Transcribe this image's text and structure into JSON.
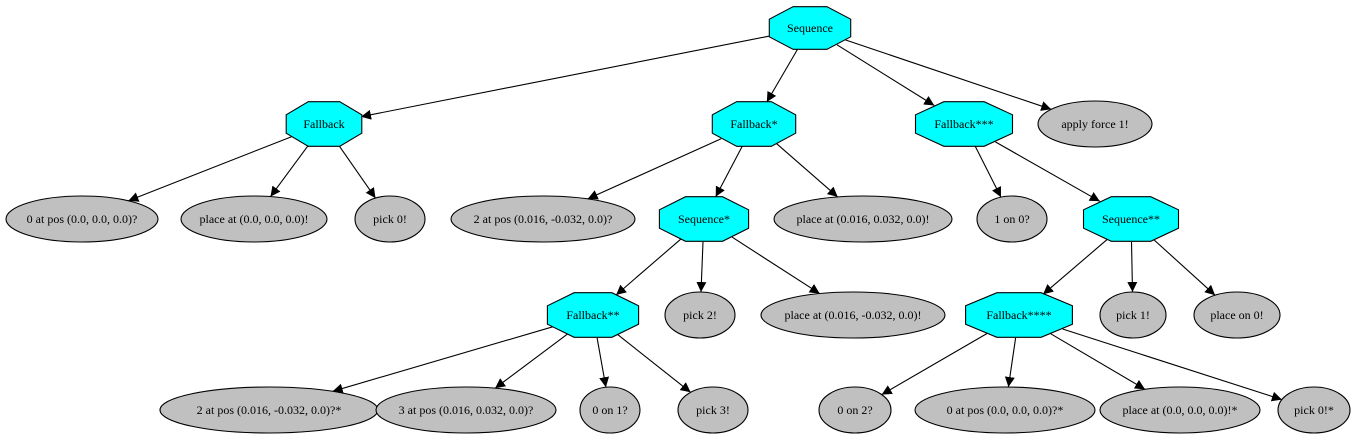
{
  "diagram": {
    "nodes": [
      {
        "id": "n0",
        "label": "Sequence",
        "kind": "control"
      },
      {
        "id": "n1",
        "label": "Fallback",
        "kind": "control"
      },
      {
        "id": "n2",
        "label": "Fallback*",
        "kind": "control"
      },
      {
        "id": "n3",
        "label": "Fallback***",
        "kind": "control"
      },
      {
        "id": "n4",
        "label": "apply force 1!",
        "kind": "leaf"
      },
      {
        "id": "n5",
        "label": "0 at pos (0.0, 0.0, 0.0)?",
        "kind": "leaf"
      },
      {
        "id": "n6",
        "label": "place at (0.0, 0.0, 0.0)!",
        "kind": "leaf"
      },
      {
        "id": "n7",
        "label": "pick 0!",
        "kind": "leaf"
      },
      {
        "id": "n8",
        "label": "2 at pos (0.016, -0.032, 0.0)?",
        "kind": "leaf"
      },
      {
        "id": "n9",
        "label": "Sequence*",
        "kind": "control"
      },
      {
        "id": "n10",
        "label": "place at (0.016, 0.032, 0.0)!",
        "kind": "leaf"
      },
      {
        "id": "n11",
        "label": "1 on 0?",
        "kind": "leaf"
      },
      {
        "id": "n12",
        "label": "Sequence**",
        "kind": "control"
      },
      {
        "id": "n13",
        "label": "Fallback**",
        "kind": "control"
      },
      {
        "id": "n14",
        "label": "pick 2!",
        "kind": "leaf"
      },
      {
        "id": "n15",
        "label": "place at (0.016, -0.032, 0.0)!",
        "kind": "leaf"
      },
      {
        "id": "n16",
        "label": "Fallback****",
        "kind": "control"
      },
      {
        "id": "n17",
        "label": "pick 1!",
        "kind": "leaf"
      },
      {
        "id": "n18",
        "label": "place on 0!",
        "kind": "leaf"
      },
      {
        "id": "n19",
        "label": "2 at pos (0.016, -0.032, 0.0)?*",
        "kind": "leaf"
      },
      {
        "id": "n20",
        "label": "3 at pos (0.016, 0.032, 0.0)?",
        "kind": "leaf"
      },
      {
        "id": "n21",
        "label": "0 on 1?",
        "kind": "leaf"
      },
      {
        "id": "n22",
        "label": "pick 3!",
        "kind": "leaf"
      },
      {
        "id": "n23",
        "label": "0 on 2?",
        "kind": "leaf"
      },
      {
        "id": "n24",
        "label": "0 at pos (0.0, 0.0, 0.0)?*",
        "kind": "leaf"
      },
      {
        "id": "n25",
        "label": "place at (0.0, 0.0, 0.0)!*",
        "kind": "leaf"
      },
      {
        "id": "n26",
        "label": "pick 0!*",
        "kind": "leaf"
      }
    ],
    "edges": [
      [
        "n0",
        "n1"
      ],
      [
        "n0",
        "n2"
      ],
      [
        "n0",
        "n3"
      ],
      [
        "n0",
        "n4"
      ],
      [
        "n1",
        "n5"
      ],
      [
        "n1",
        "n6"
      ],
      [
        "n1",
        "n7"
      ],
      [
        "n2",
        "n8"
      ],
      [
        "n2",
        "n9"
      ],
      [
        "n2",
        "n10"
      ],
      [
        "n3",
        "n11"
      ],
      [
        "n3",
        "n12"
      ],
      [
        "n9",
        "n13"
      ],
      [
        "n9",
        "n14"
      ],
      [
        "n9",
        "n15"
      ],
      [
        "n12",
        "n16"
      ],
      [
        "n12",
        "n17"
      ],
      [
        "n12",
        "n18"
      ],
      [
        "n13",
        "n19"
      ],
      [
        "n13",
        "n20"
      ],
      [
        "n13",
        "n21"
      ],
      [
        "n13",
        "n22"
      ],
      [
        "n16",
        "n23"
      ],
      [
        "n16",
        "n24"
      ],
      [
        "n16",
        "n25"
      ],
      [
        "n16",
        "n26"
      ]
    ],
    "colors": {
      "control_fill": "#00ffff",
      "leaf_fill": "#c0c0c0",
      "stroke": "#000000"
    }
  }
}
